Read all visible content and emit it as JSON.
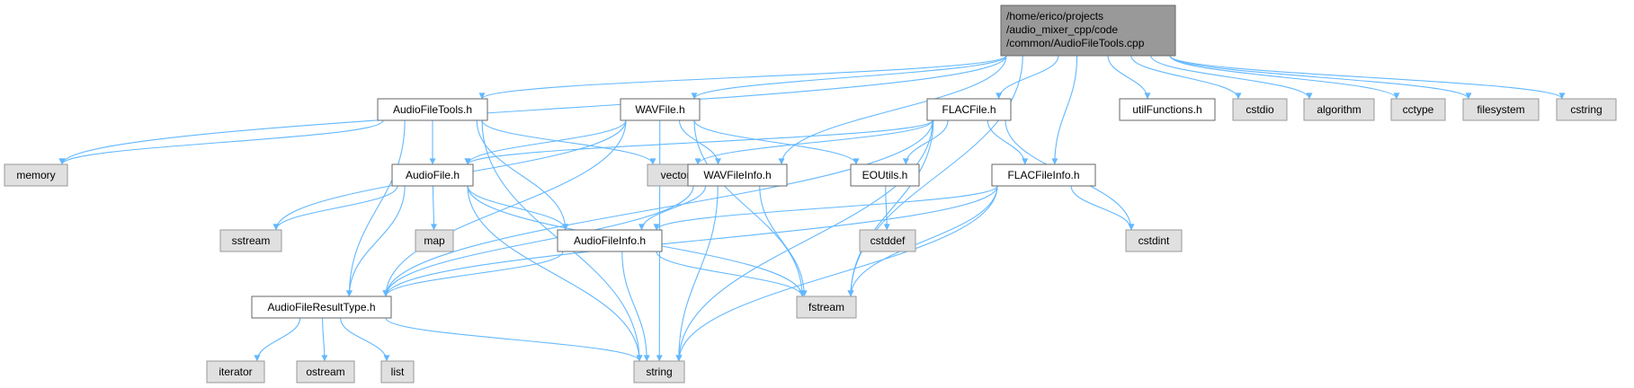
{
  "style": {
    "edge_color": "#63b8ff",
    "root_fill": "#999999",
    "root_stroke": "#666666",
    "project_fill": "#ffffff",
    "project_stroke": "#666666",
    "system_fill": "#e0e0e0",
    "system_stroke": "#999999"
  },
  "nodes": [
    {
      "id": "root",
      "kind": "root",
      "lines": [
        "/home/erico/projects",
        "/audio_mixer_cpp/code",
        "/common/AudioFileTools.cpp"
      ]
    },
    {
      "id": "AudioFileTools_h",
      "kind": "project",
      "lines": [
        "AudioFileTools.h"
      ]
    },
    {
      "id": "WAVFile_h",
      "kind": "project",
      "lines": [
        "WAVFile.h"
      ]
    },
    {
      "id": "FLACFile_h",
      "kind": "project",
      "lines": [
        "FLACFile.h"
      ]
    },
    {
      "id": "utilFunctions_h",
      "kind": "project",
      "lines": [
        "utilFunctions.h"
      ]
    },
    {
      "id": "cstdio",
      "kind": "system",
      "lines": [
        "cstdio"
      ]
    },
    {
      "id": "algorithm",
      "kind": "system",
      "lines": [
        "algorithm"
      ]
    },
    {
      "id": "cctype",
      "kind": "system",
      "lines": [
        "cctype"
      ]
    },
    {
      "id": "filesystem",
      "kind": "system",
      "lines": [
        "filesystem"
      ]
    },
    {
      "id": "cstring",
      "kind": "system",
      "lines": [
        "cstring"
      ]
    },
    {
      "id": "memory",
      "kind": "system",
      "lines": [
        "memory"
      ]
    },
    {
      "id": "vector",
      "kind": "system",
      "lines": [
        "vector"
      ]
    },
    {
      "id": "AudioFile_h",
      "kind": "project",
      "lines": [
        "AudioFile.h"
      ]
    },
    {
      "id": "WAVFileInfo_h",
      "kind": "project",
      "lines": [
        "WAVFileInfo.h"
      ]
    },
    {
      "id": "EOUtils_h",
      "kind": "project",
      "lines": [
        "EOUtils.h"
      ]
    },
    {
      "id": "FLACFileInfo_h",
      "kind": "project",
      "lines": [
        "FLACFileInfo.h"
      ]
    },
    {
      "id": "sstream",
      "kind": "system",
      "lines": [
        "sstream"
      ]
    },
    {
      "id": "map",
      "kind": "system",
      "lines": [
        "map"
      ]
    },
    {
      "id": "AudioFileInfo_h",
      "kind": "project",
      "lines": [
        "AudioFileInfo.h"
      ]
    },
    {
      "id": "cstddef",
      "kind": "system",
      "lines": [
        "cstddef"
      ]
    },
    {
      "id": "cstdint",
      "kind": "system",
      "lines": [
        "cstdint"
      ]
    },
    {
      "id": "AudioFileResultType_h",
      "kind": "project",
      "lines": [
        "AudioFileResultType.h"
      ]
    },
    {
      "id": "fstream",
      "kind": "system",
      "lines": [
        "fstream"
      ]
    },
    {
      "id": "iterator",
      "kind": "system",
      "lines": [
        "iterator"
      ]
    },
    {
      "id": "ostream",
      "kind": "system",
      "lines": [
        "ostream"
      ]
    },
    {
      "id": "list",
      "kind": "system",
      "lines": [
        "list"
      ]
    },
    {
      "id": "string",
      "kind": "system",
      "lines": [
        "string"
      ]
    }
  ],
  "edges": [
    [
      "root",
      "AudioFileTools_h"
    ],
    [
      "root",
      "WAVFile_h"
    ],
    [
      "root",
      "FLACFile_h"
    ],
    [
      "root",
      "utilFunctions_h"
    ],
    [
      "root",
      "cstdio"
    ],
    [
      "root",
      "algorithm"
    ],
    [
      "root",
      "cctype"
    ],
    [
      "root",
      "filesystem"
    ],
    [
      "root",
      "cstring"
    ],
    [
      "root",
      "memory"
    ],
    [
      "root",
      "WAVFileInfo_h"
    ],
    [
      "root",
      "FLACFileInfo_h"
    ],
    [
      "root",
      "fstream"
    ],
    [
      "AudioFileTools_h",
      "memory"
    ],
    [
      "AudioFileTools_h",
      "vector"
    ],
    [
      "AudioFileTools_h",
      "AudioFile_h"
    ],
    [
      "AudioFileTools_h",
      "AudioFileInfo_h"
    ],
    [
      "AudioFileTools_h",
      "AudioFileResultType_h"
    ],
    [
      "AudioFileTools_h",
      "string"
    ],
    [
      "WAVFile_h",
      "AudioFile_h"
    ],
    [
      "WAVFile_h",
      "WAVFileInfo_h"
    ],
    [
      "WAVFile_h",
      "EOUtils_h"
    ],
    [
      "WAVFile_h",
      "sstream"
    ],
    [
      "WAVFile_h",
      "AudioFileResultType_h"
    ],
    [
      "WAVFile_h",
      "fstream"
    ],
    [
      "WAVFile_h",
      "string"
    ],
    [
      "FLACFile_h",
      "AudioFile_h"
    ],
    [
      "FLACFile_h",
      "FLACFileInfo_h"
    ],
    [
      "FLACFile_h",
      "EOUtils_h"
    ],
    [
      "FLACFile_h",
      "vector"
    ],
    [
      "FLACFile_h",
      "cstdint"
    ],
    [
      "FLACFile_h",
      "AudioFileResultType_h"
    ],
    [
      "FLACFile_h",
      "fstream"
    ],
    [
      "FLACFile_h",
      "string"
    ],
    [
      "AudioFile_h",
      "sstream"
    ],
    [
      "AudioFile_h",
      "map"
    ],
    [
      "AudioFile_h",
      "AudioFileInfo_h"
    ],
    [
      "AudioFile_h",
      "AudioFileResultType_h"
    ],
    [
      "AudioFile_h",
      "fstream"
    ],
    [
      "AudioFile_h",
      "string"
    ],
    [
      "WAVFileInfo_h",
      "AudioFileInfo_h"
    ],
    [
      "WAVFileInfo_h",
      "AudioFileResultType_h"
    ],
    [
      "WAVFileInfo_h",
      "fstream"
    ],
    [
      "WAVFileInfo_h",
      "string"
    ],
    [
      "EOUtils_h",
      "cstddef"
    ],
    [
      "FLACFileInfo_h",
      "AudioFileInfo_h"
    ],
    [
      "FLACFileInfo_h",
      "cstdint"
    ],
    [
      "FLACFileInfo_h",
      "AudioFileResultType_h"
    ],
    [
      "FLACFileInfo_h",
      "fstream"
    ],
    [
      "FLACFileInfo_h",
      "string"
    ],
    [
      "AudioFileInfo_h",
      "AudioFileResultType_h"
    ],
    [
      "AudioFileInfo_h",
      "fstream"
    ],
    [
      "AudioFileInfo_h",
      "string"
    ],
    [
      "AudioFileResultType_h",
      "iterator"
    ],
    [
      "AudioFileResultType_h",
      "ostream"
    ],
    [
      "AudioFileResultType_h",
      "list"
    ],
    [
      "AudioFileResultType_h",
      "string"
    ]
  ]
}
